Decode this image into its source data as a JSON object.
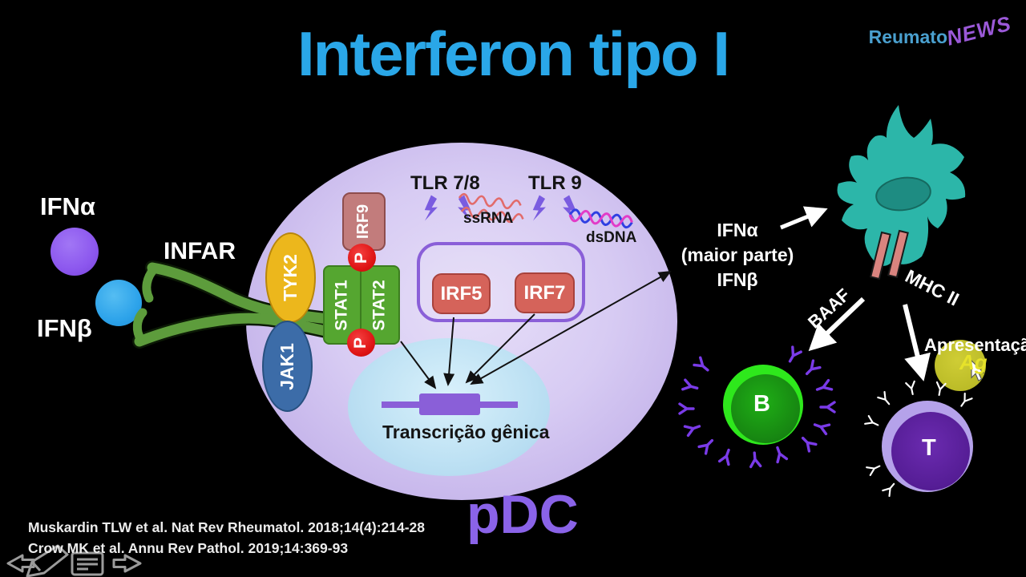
{
  "slide": {
    "title": "Interferon tipo I",
    "title_color": "#2aa7e8",
    "logo_part1": "Reumato",
    "logo_part2": "NEWS",
    "cell_label": "pDC",
    "references": [
      "Muskardin TLW et al. Nat Rev Rheumatol. 2018;14(4):214-28",
      "Crow MK et al. Annu Rev Pathol. 2019;14:369-93"
    ]
  },
  "ligands": {
    "ifn_alpha": "IFNα",
    "ifn_alpha_color": "#8c57ee",
    "ifn_beta": "IFNβ",
    "ifn_beta_color": "#2da3ea",
    "receptor_label": "INFAR",
    "receptor_color": "#5d9c3c"
  },
  "signaling": {
    "tyk2": "TYK2",
    "jak1": "JAK1",
    "stat1": "STAT1",
    "stat2": "STAT2",
    "irf9": "IRF9",
    "phospho": "P",
    "tlr78": "TLR 7/8",
    "ssrna": "ssRNA",
    "tlr9": "TLR 9",
    "dsdna": "dsDNA",
    "irf5": "IRF5",
    "irf7": "IRF7",
    "transcription": "Transcrição gênica"
  },
  "secretion": {
    "line1": "IFNα",
    "line2": "(maior parte)",
    "line3": "IFNβ"
  },
  "right": {
    "mhc": "MHC II",
    "baaf": "BAAF",
    "apresentacao": "Apresentação",
    "ag": "Ag",
    "b_cell": "B",
    "t_cell": "T",
    "dendritic_color": "#2cb6a9",
    "b_cell_color": "#2ee81c",
    "t_cell_color": "#551d95",
    "ag_color": "#bcbc28"
  },
  "toolbar": {
    "icons": [
      "back-arrow",
      "pen",
      "notes",
      "forward-arrow"
    ]
  },
  "cursor": "mouse-pointer"
}
